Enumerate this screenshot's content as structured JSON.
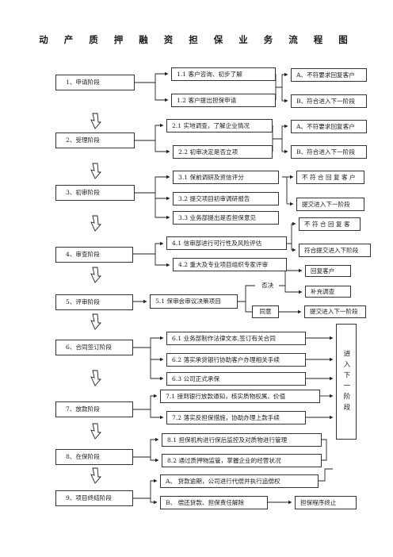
{
  "title": "动 产 质 押 融 资 担 保 业 务 流 程 图",
  "stages": [
    {
      "label": "1、申请阶段",
      "steps": [
        "1.1 客户咨询、初步了解",
        "1.2 客户提出担保申请"
      ],
      "outcomes": [
        "A、不符要求回复客户",
        "B、符合进入下一阶段"
      ]
    },
    {
      "label": "2、受理阶段",
      "steps": [
        "2.1 实地调查，了解企业情况",
        "2.2  初审决定是否立项"
      ],
      "outcomes": [
        "A、不符要求回复客户",
        "B、符合进入下一阶段"
      ]
    },
    {
      "label": "3、初审阶段",
      "steps": [
        "3.1  保前调研及资信评分",
        "3.2 提交项目初审调研报告",
        "3.3 业务部提出是否担保意见"
      ],
      "outcomes": [
        "不 符 合 回 复 客 户",
        "提交进入下一阶段"
      ]
    },
    {
      "label": "4、审查阶段",
      "steps": [
        "4.1 信审部进行可行性及风险评估",
        "4.2 重大及专业项目组织专家评审"
      ],
      "outcomes": [
        "不 符 合 回 复 客",
        "符合提交进入下阶段"
      ]
    },
    {
      "label": "5、评审阶段",
      "steps": [
        "5.1 保审会审议决策项目"
      ],
      "decisions": [
        "否决",
        "同意"
      ],
      "outcomes": [
        "回复客户",
        "补充调查",
        "提交进入下一阶段"
      ]
    },
    {
      "label": "6、合同签订阶段",
      "steps": [
        "6.1 业务部制作法律文本,签订有关合同",
        "6.2 落实承贷银行协助客户办理相关手续",
        "6.3                公司正式承保"
      ]
    },
    {
      "label": "7、放款阶段",
      "steps": [
        "7.1 接到银行放款通知，核实质物权属、价值",
        "7.2 落实反担保措施，协助办理上款手续"
      ]
    },
    {
      "label": "8、在保阶段",
      "steps": [
        "8.1  担保机构进行保后监控及对质物进行管理",
        "8.2  通过质押物监管，掌握企业的经营状况"
      ]
    },
    {
      "label": "9、项目终结阶段",
      "steps": [
        "A、   贷款逾期，公司进行代偿并执行追偿权",
        "B、 偿还贷款、担保责任解除"
      ],
      "outcomes": [
        "担保程序终止"
      ]
    }
  ],
  "next_stage_label": "进入下一阶段"
}
